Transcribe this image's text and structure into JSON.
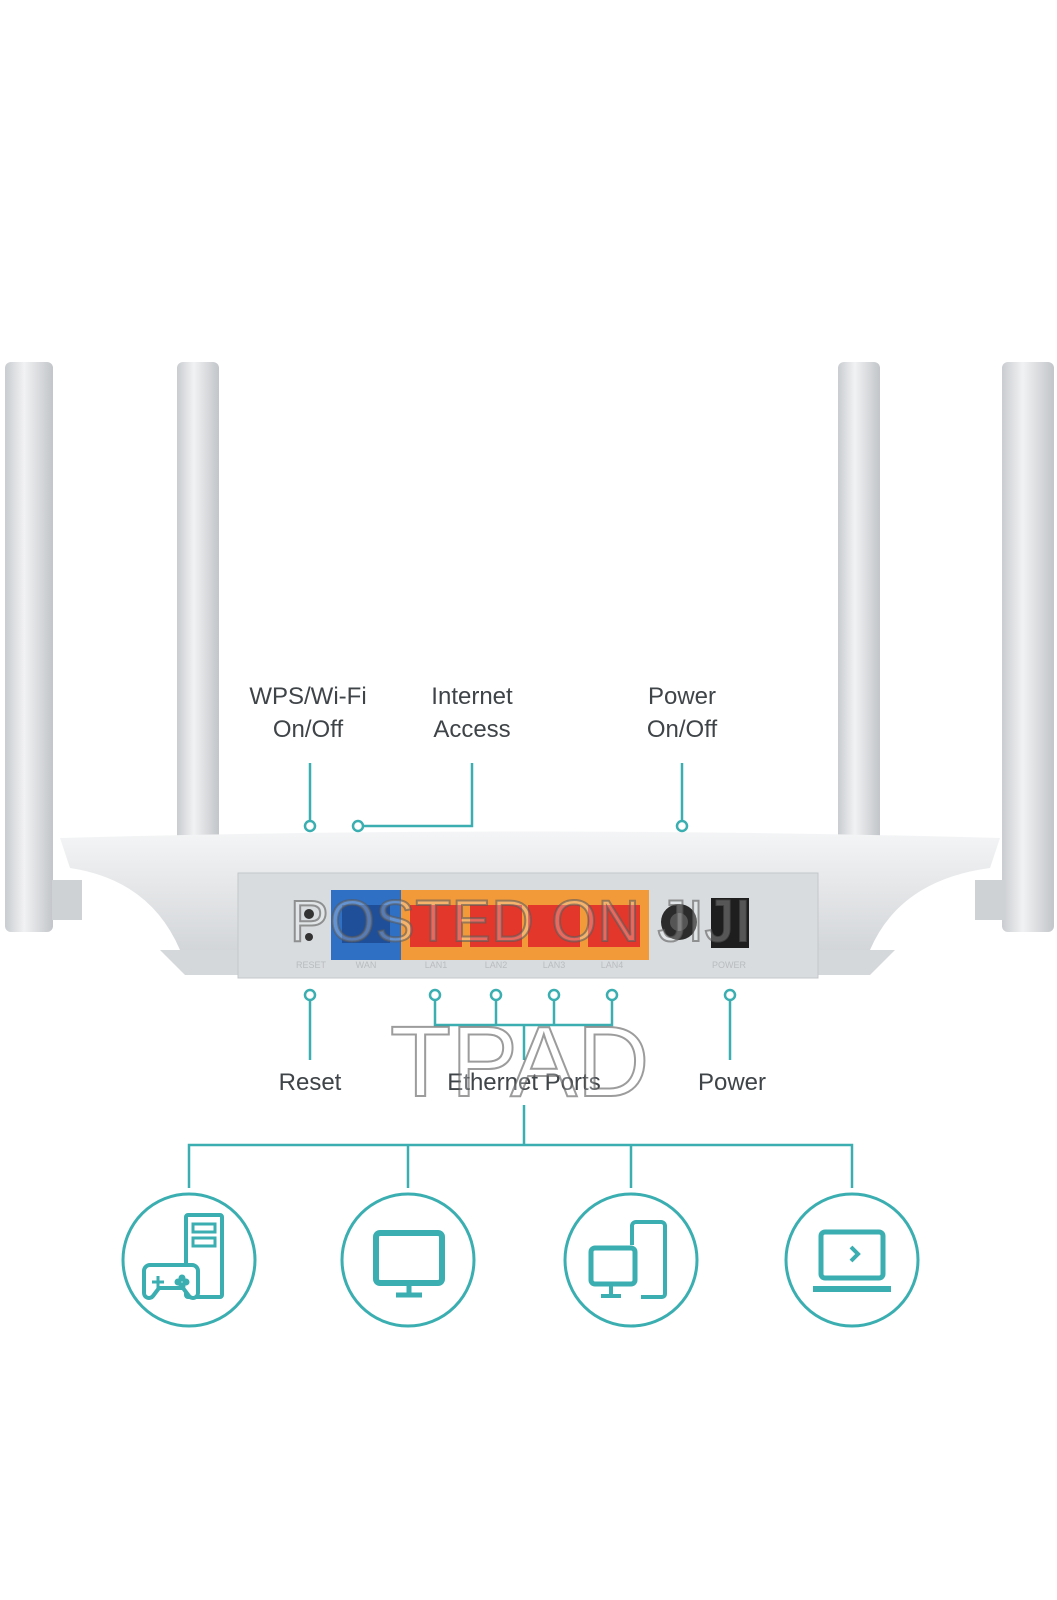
{
  "labels": {
    "wps": "WPS/Wi-Fi\nOn/Off",
    "internet": "Internet\nAccess",
    "power_switch": "Power\nOn/Off",
    "reset": "Reset",
    "ethernet": "Ethernet Ports",
    "power": "Power"
  },
  "ports": [
    "RESET",
    "WAN",
    "LAN1",
    "LAN2",
    "LAN3",
    "LAN4",
    "POWER"
  ],
  "devices": [
    {
      "icon": "game-console-pc-icon"
    },
    {
      "icon": "monitor-icon"
    },
    {
      "icon": "desktop-tablet-icon"
    },
    {
      "icon": "laptop-icon"
    }
  ],
  "watermarks": [
    "POSTED ON JIJI",
    "TPAD"
  ],
  "colors": {
    "accent": "#3aaeb0",
    "wan": "#2f6fc4",
    "lan": "#f29a3a",
    "lan_port": "#e2372a",
    "text": "#3f4448"
  }
}
